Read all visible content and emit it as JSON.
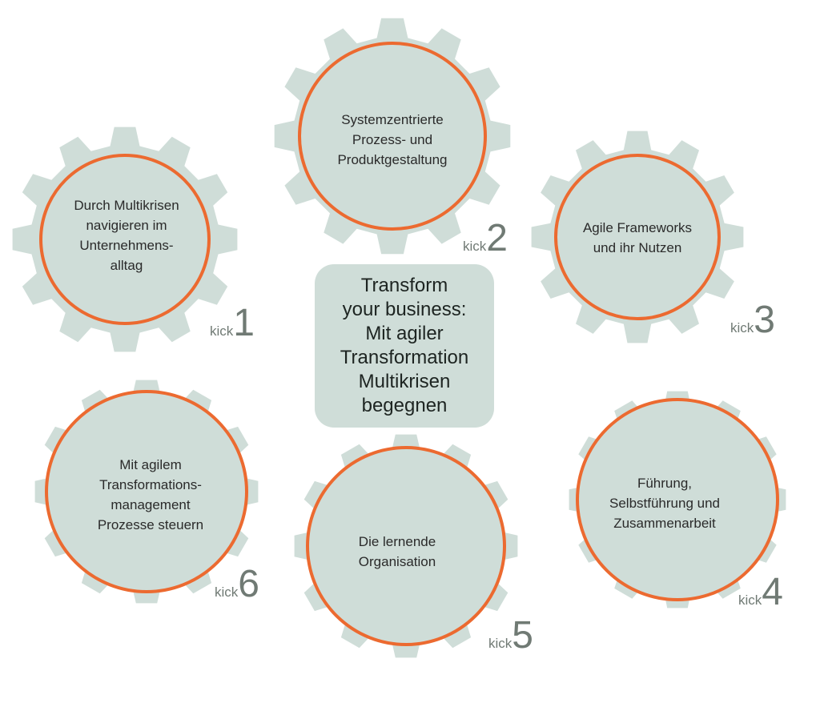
{
  "colors": {
    "gear_fill": "#cfddd8",
    "ring": "#ec6a30",
    "kick_text": "#707a74",
    "center_box": "#cfddd8"
  },
  "center": {
    "title": "Transform\nyour business:\nMit agiler\nTransformation\nMultikrisen\nbegegnen"
  },
  "gears": [
    {
      "id": "1",
      "label": "Durch Multikrisen\nnavigieren im\nUnternehmens-\nalltag",
      "kick_word": "kick",
      "kick_number": "1"
    },
    {
      "id": "2",
      "label": "Systemzentrierte\nProzess- und\nProduktgestaltung",
      "kick_word": "kick",
      "kick_number": "2"
    },
    {
      "id": "3",
      "label": "Agile Frameworks\nund ihr Nutzen",
      "kick_word": "kick",
      "kick_number": "3"
    },
    {
      "id": "4",
      "label": "Führung,\nSelbstführung und\nZusammenarbeit",
      "kick_word": "kick",
      "kick_number": "4"
    },
    {
      "id": "5",
      "label": "Die lernende\nOrganisation",
      "kick_word": "kick",
      "kick_number": "5"
    },
    {
      "id": "6",
      "label": "Mit agilem\nTransformations-\nmanagement\nProzesse steuern",
      "kick_word": "kick",
      "kick_number": "6"
    }
  ]
}
